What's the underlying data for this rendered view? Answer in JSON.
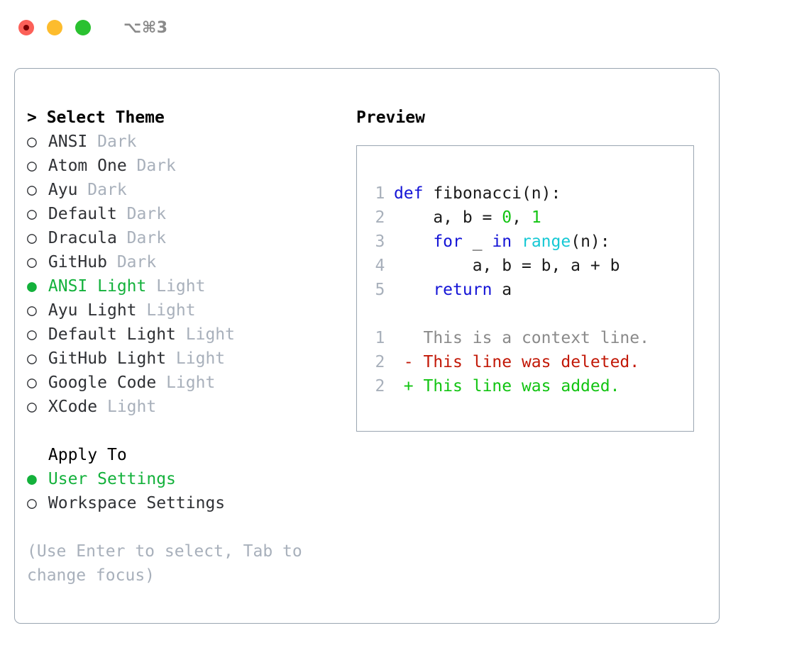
{
  "window": {
    "title": "⌥⌘3",
    "lights": [
      "close",
      "minimize",
      "maximize"
    ]
  },
  "left": {
    "header": "> Select Theme",
    "marker_selected": "●",
    "marker_unselected": "○",
    "themes": [
      {
        "name": "ANSI",
        "kind": "Dark",
        "selected": false
      },
      {
        "name": "Atom One",
        "kind": "Dark",
        "selected": false
      },
      {
        "name": "Ayu",
        "kind": "Dark",
        "selected": false
      },
      {
        "name": "Default",
        "kind": "Dark",
        "selected": false
      },
      {
        "name": "Dracula",
        "kind": "Dark",
        "selected": false
      },
      {
        "name": "GitHub",
        "kind": "Dark",
        "selected": false
      },
      {
        "name": "ANSI Light",
        "kind": "Light",
        "selected": true
      },
      {
        "name": "Ayu Light",
        "kind": "Light",
        "selected": false
      },
      {
        "name": "Default Light",
        "kind": "Light",
        "selected": false
      },
      {
        "name": "GitHub Light",
        "kind": "Light",
        "selected": false
      },
      {
        "name": "Google Code",
        "kind": "Light",
        "selected": false
      },
      {
        "name": "XCode",
        "kind": "Light",
        "selected": false
      }
    ],
    "apply_header": "Apply To",
    "apply_options": [
      {
        "label": "User Settings",
        "selected": true
      },
      {
        "label": "Workspace Settings",
        "selected": false
      }
    ],
    "hint": "(Use Enter to select, Tab to change focus)"
  },
  "right": {
    "header": "Preview",
    "code": [
      {
        "no": "1",
        "tokens": [
          {
            "t": "def",
            "c": "kw"
          },
          {
            "t": " fibonacci(n):",
            "c": "plain"
          }
        ]
      },
      {
        "no": "2",
        "tokens": [
          {
            "t": "    a, b = ",
            "c": "plain"
          },
          {
            "t": "0",
            "c": "num"
          },
          {
            "t": ", ",
            "c": "plain"
          },
          {
            "t": "1",
            "c": "num"
          }
        ]
      },
      {
        "no": "3",
        "tokens": [
          {
            "t": "    ",
            "c": "plain"
          },
          {
            "t": "for",
            "c": "kw"
          },
          {
            "t": " _ ",
            "c": "plain"
          },
          {
            "t": "in",
            "c": "kw"
          },
          {
            "t": " ",
            "c": "plain"
          },
          {
            "t": "range",
            "c": "fn"
          },
          {
            "t": "(n):",
            "c": "plain"
          }
        ]
      },
      {
        "no": "4",
        "tokens": [
          {
            "t": "        a, b = b, a + b",
            "c": "plain"
          }
        ]
      },
      {
        "no": "5",
        "tokens": [
          {
            "t": "    ",
            "c": "plain"
          },
          {
            "t": "return",
            "c": "kw"
          },
          {
            "t": " a",
            "c": "plain"
          }
        ]
      }
    ],
    "diff": [
      {
        "no": "1",
        "marker": " ",
        "text": "This is a context line.",
        "kind": "ctx"
      },
      {
        "no": "2",
        "marker": "-",
        "text": "This line was deleted.",
        "kind": "del"
      },
      {
        "no": "2",
        "marker": "+",
        "text": "This line was added.",
        "kind": "add"
      }
    ]
  },
  "colors": {
    "accent_green": "#13b13b",
    "border": "#9aa5b1",
    "muted": "#a8b0bb",
    "keyword": "#1414d6",
    "number": "#13c413",
    "function": "#16c8d4",
    "diff_add": "#12c412",
    "diff_del": "#c21807",
    "light_red": "#fc6058",
    "light_amber": "#fdbc2d",
    "light_green": "#2ac130"
  }
}
